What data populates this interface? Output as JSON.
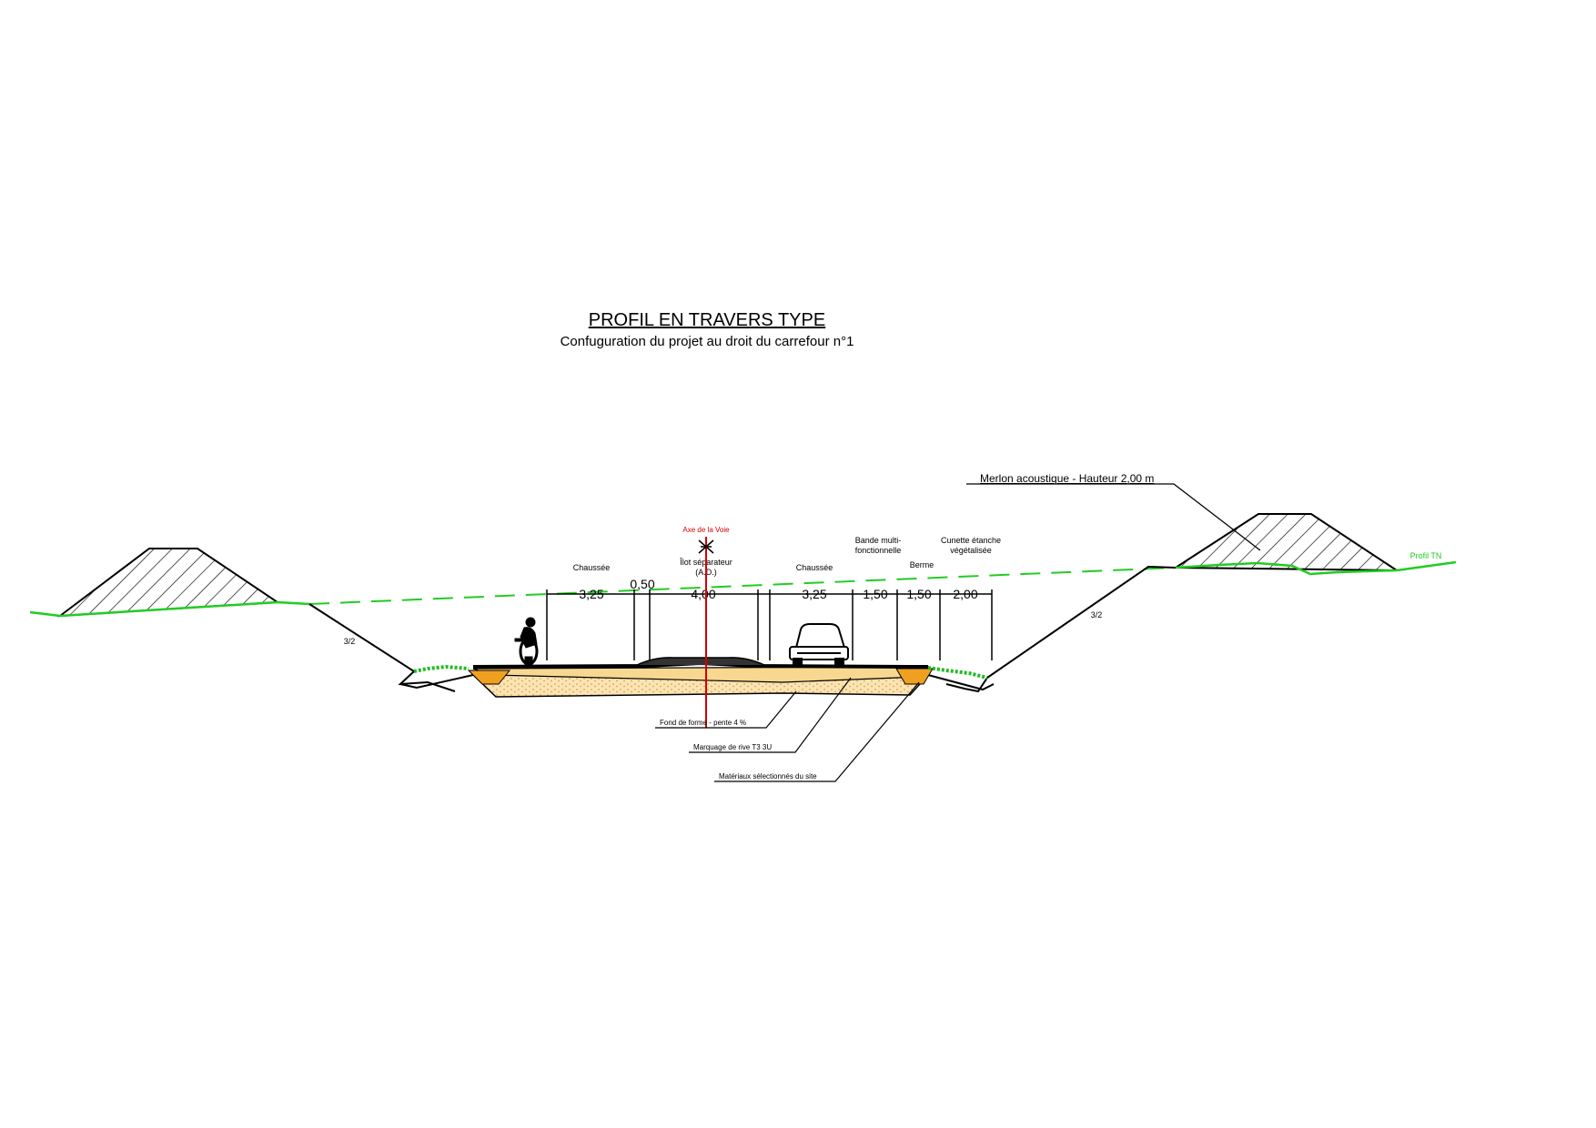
{
  "title": "PROFIL EN TRAVERS TYPE",
  "subtitle": "Confuguration du projet au droit du carrefour n°1",
  "labels": {
    "axe": "Axe de la Voie",
    "chaussee_left": "Chaussée",
    "ilot_line1": "Îlot séparateur",
    "ilot_line2": "(A.D.)",
    "chaussee_right": "Chaussée",
    "bande_line1": "Bande multi-",
    "bande_line2": "fonctionnelle",
    "berme": "Berme",
    "cunette_line1": "Cunette étanche",
    "cunette_line2": "végétalisée",
    "merlon": "Merlon acoustique - Hauteur 2,00 m",
    "profil_tn": "Profil TN",
    "slope_left": "3/2",
    "slope_right": "3/2",
    "fond_forme": "Fond de forme - pente 4 %",
    "marquage": "Marquage de rive T3 3U",
    "materiaux": "Matériaux sélectionnés du site"
  },
  "dimensions": {
    "d1": "3,25",
    "d2": "0,50",
    "d3": "4,00",
    "d4": "3,25",
    "d5": "1,50",
    "d6": "1,50",
    "d7": "2,00"
  },
  "colors": {
    "axis": "#d40000",
    "tn_line": "#22cc22",
    "grass": "#22bb22",
    "fill_orange": "#f0a020",
    "fill_sand": "#f8d890",
    "fill_light": "#fbe8c0"
  }
}
